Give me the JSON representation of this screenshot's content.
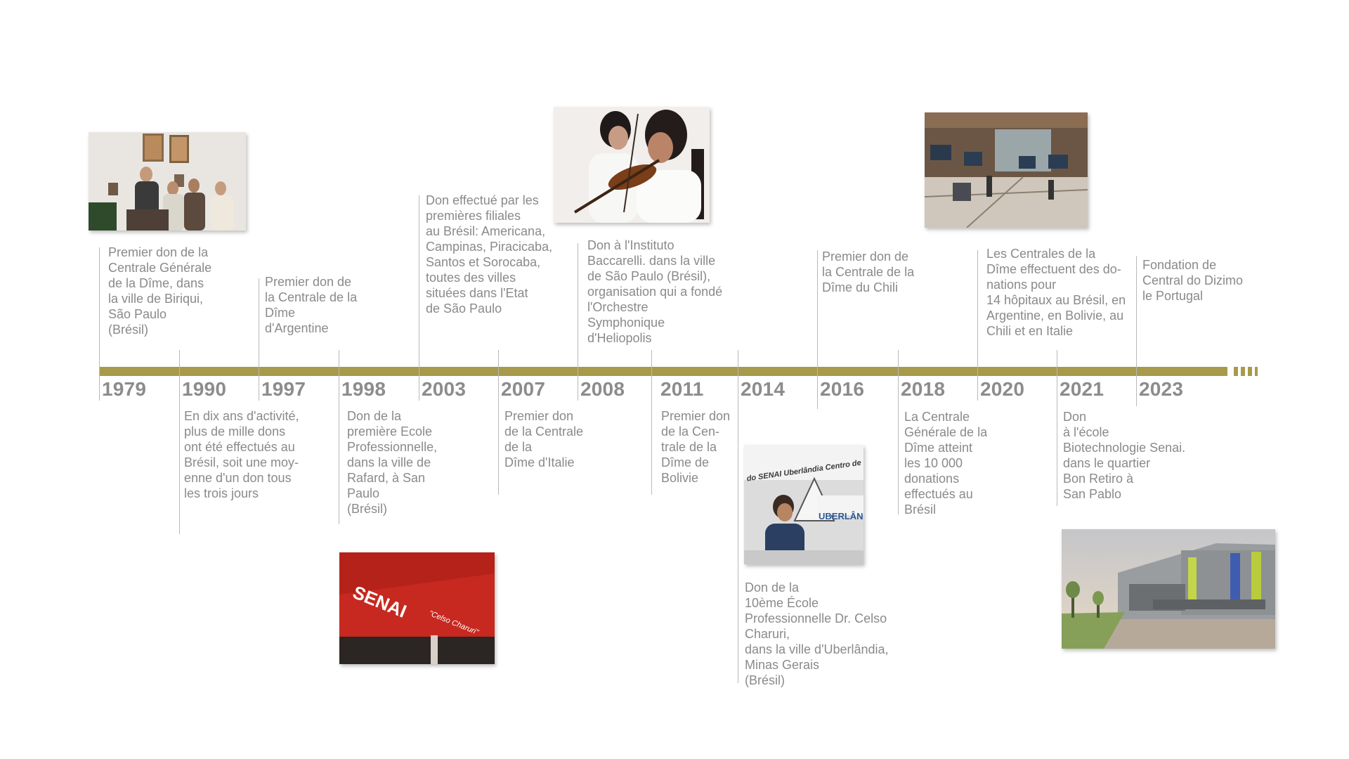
{
  "colors": {
    "axis": "#a89a4b",
    "year_text": "#8c8c8c",
    "desc_text": "#8a8a8a",
    "connector": "#b9b9b9"
  },
  "timeline": {
    "events": [
      {
        "year": "1979",
        "text": "Premier don de la\nCentrale Générale\nde la Dîme, dans\nla ville de Biriqui,\nSão Paulo\n(Brésil)"
      },
      {
        "year": "1990",
        "text": "En dix ans d'activité,\nplus de mille dons\nont été effectués au\nBrésil, soit une moy-\nenne d'un don tous\nles trois jours"
      },
      {
        "year": "1997",
        "text": "Premier don de\nla Centrale de la\nDîme\nd'Argentine"
      },
      {
        "year": "1998",
        "text": "Don de la\npremière Ecole\nProfessionnelle,\ndans la ville de\nRafard, à San\nPaulo\n(Brésil)"
      },
      {
        "year": "2003",
        "text": "Don effectué par les\npremières filiales\nau Brésil: Americana,\nCampinas, Piracicaba,\nSantos et Sorocaba,\ntoutes des villes\nsituées dans l'Etat\nde São Paulo"
      },
      {
        "year": "2007",
        "text": "Premier don\nde la Centrale\nde la\nDîme d'Italie"
      },
      {
        "year": "2008",
        "text": "Don à l'Instituto\nBaccarelli. dans la ville\nde São Paulo (Brésil),\norganisation qui a fondé\nl'Orchestre\nSymphonique\nd'Heliopolis"
      },
      {
        "year": "2011",
        "text": "Premier don\nde la Cen-\ntrale de la\nDîme de\nBolivie"
      },
      {
        "year": "2014",
        "text": "Don de la\n10ème École\nProfessionnelle Dr. Celso\nCharuri,\ndans la ville d'Uberlândia,\nMinas Gerais\n(Brésil)"
      },
      {
        "year": "2016",
        "text": "Premier don de\nla Centrale de la\nDîme du Chili"
      },
      {
        "year": "2018",
        "text": "La Centrale\nGénérale de la\nDîme atteint\nles 10 000\ndonations\neffectués au\nBrésil"
      },
      {
        "year": "2020",
        "text": "Les Centrales de la\nDîme effectuent des do-\nnations pour\n14 hôpitaux au Brésil, en\nArgentine, en Bolivie, au\nChili et en Italie"
      },
      {
        "year": "2021",
        "text": "Don\nà l'école\nBiotechnologie Senai.\ndans le quartier\nBon Retiro à\nSan Pablo"
      },
      {
        "year": "2023",
        "text": "Fondation de\nCentral do Dizimo\nle Portugal"
      }
    ]
  },
  "photos": {
    "senai_sign_text": "SENAI",
    "senai_sub_text": "\"Celso Charuri\"",
    "uberlandia_banner_text": "do SENAI Uberlândia Centro de Formaç",
    "uberlandia_logo_text": "UBERLÂNDIA"
  }
}
